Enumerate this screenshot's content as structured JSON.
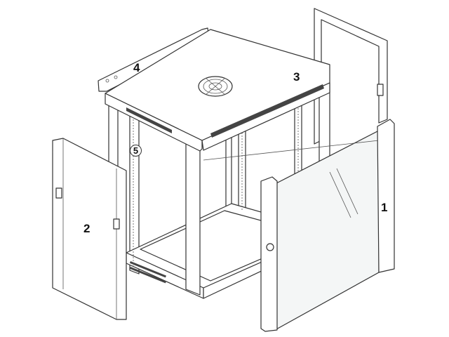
{
  "diagram": {
    "labels": [
      {
        "id": "glass-door",
        "text": "1"
      },
      {
        "id": "side-panel",
        "text": "2"
      },
      {
        "id": "top-cover",
        "text": "3"
      },
      {
        "id": "wall-bracket",
        "text": "4"
      },
      {
        "id": "mounting-rail",
        "text": "5"
      }
    ],
    "colors": {
      "line": "#333333",
      "background": "#ffffff"
    }
  }
}
